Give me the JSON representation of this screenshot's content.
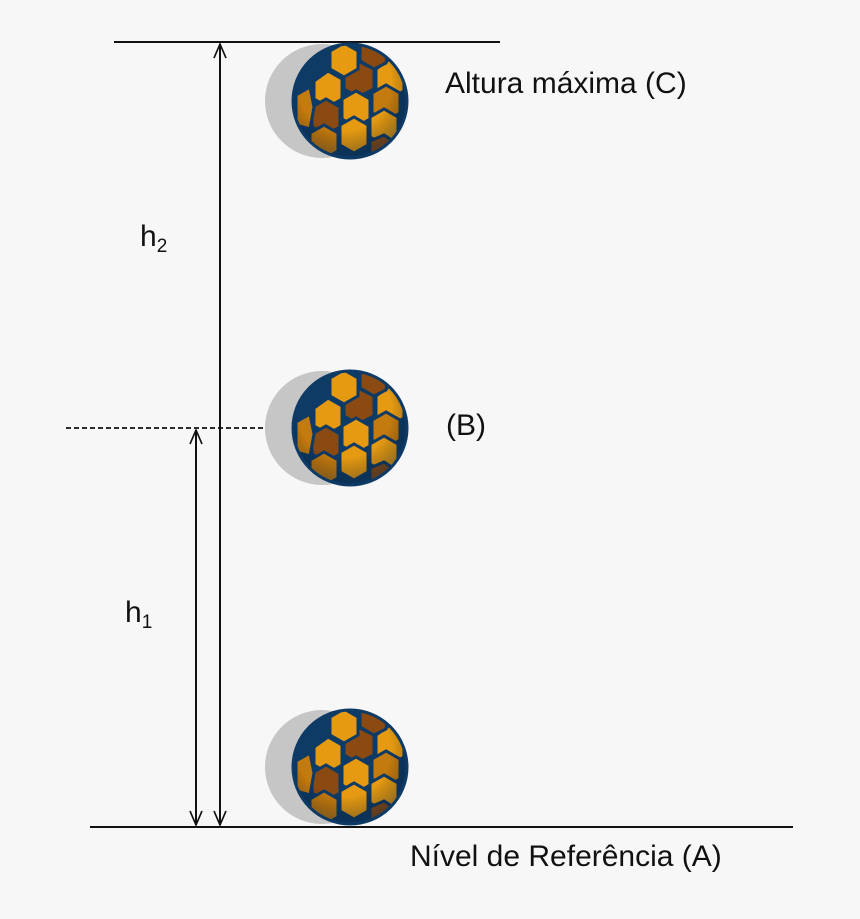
{
  "labels": {
    "top": "Altura máxima (C)",
    "middle": "(B)",
    "bottom": "Nível de Referência (A)"
  },
  "heights": {
    "h2": {
      "base": "h",
      "sub": "2"
    },
    "h1": {
      "base": "h",
      "sub": "1"
    }
  },
  "icons": {
    "ball": "soccer-ball-icon",
    "shadow": "ball-shadow"
  },
  "colors": {
    "background": "#f7f7f7",
    "line": "#111111",
    "panel_dark": "#8a4a12",
    "panel_light": "#e59a12",
    "seam": "#0e3a66",
    "shadow": "#c6c6c6"
  }
}
